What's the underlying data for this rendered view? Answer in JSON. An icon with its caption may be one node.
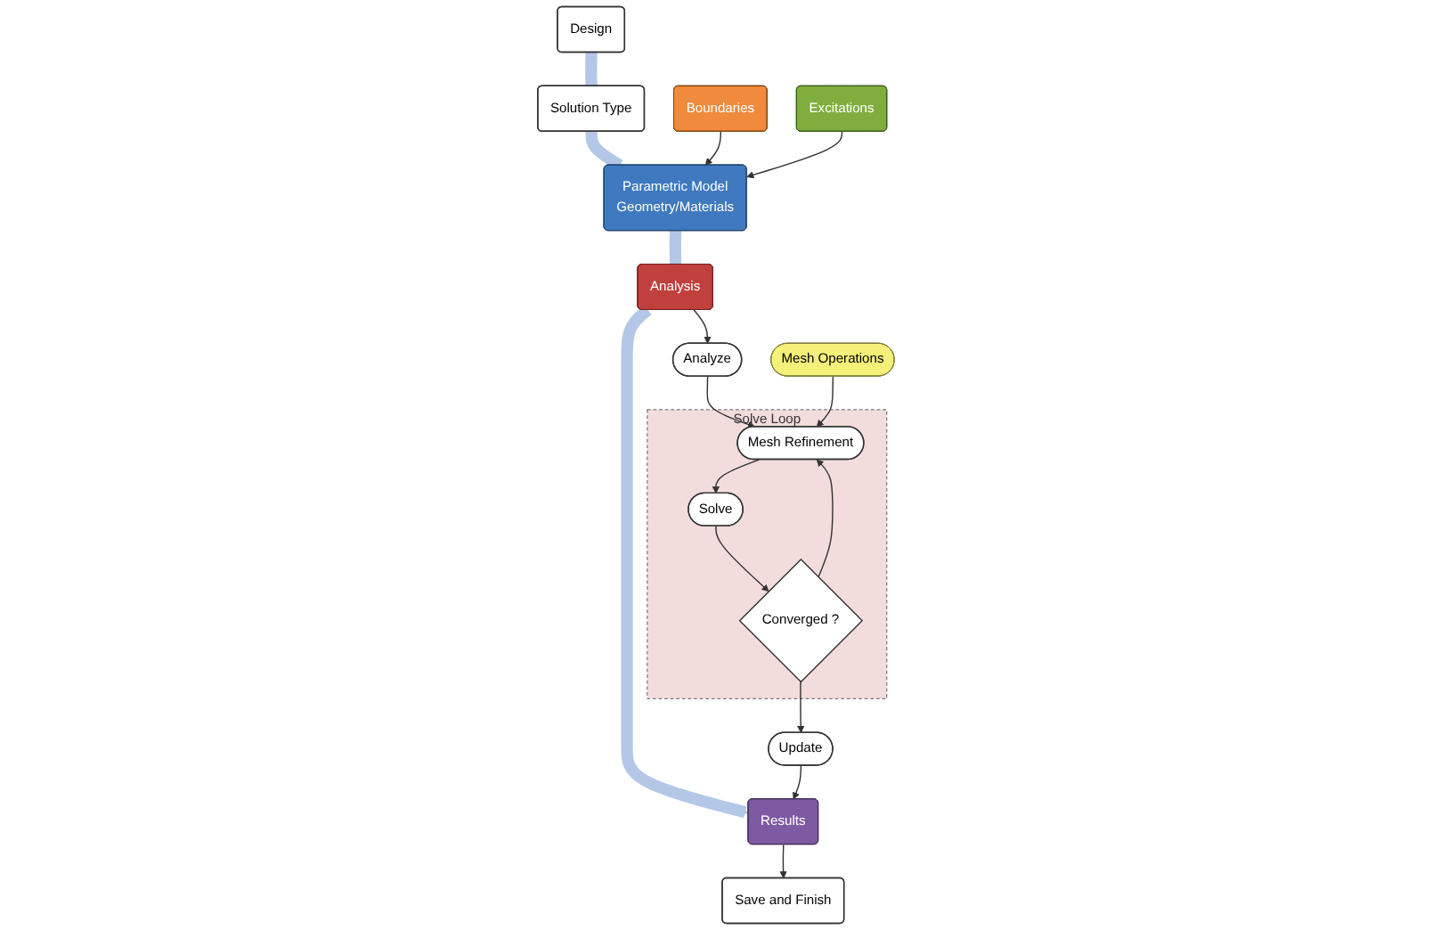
{
  "diagram": {
    "nodes": [
      {
        "text": [
          "Design"
        ]
      },
      {
        "text": [
          "Solution Type"
        ]
      },
      {
        "text": [
          "Boundaries"
        ]
      },
      {
        "text": [
          "Excitations"
        ]
      },
      {
        "text": [
          "Parametric Model",
          "Geometry/Materials"
        ]
      },
      {
        "text": [
          "Analysis"
        ]
      },
      {
        "text": [
          "Analyze"
        ]
      },
      {
        "text": [
          "Mesh Operations"
        ]
      },
      {
        "text": [
          "Solve Loop"
        ]
      },
      {
        "text": [
          "Mesh Refinement"
        ],
        "in": 8
      },
      {
        "text": [
          "Solve"
        ],
        "in": 8
      },
      {
        "text": [
          "Converged ?"
        ],
        "in": 8
      },
      {
        "text": [
          "Results"
        ]
      },
      {
        "text": [
          "Update"
        ]
      },
      {
        "text": [
          "Save and Finish"
        ]
      }
    ],
    "edges": [
      {
        "from": 0,
        "to": 1,
        "arrow": "none",
        "style": "thick",
        "color": "#b4c7e7"
      },
      {
        "from": 1,
        "to": 4,
        "arrow": "none",
        "style": "thick",
        "color": "#b4c7e7"
      },
      {
        "from": 2,
        "to": 4,
        "arrow": "to"
      },
      {
        "from": 3,
        "to": 4,
        "arrow": "to"
      },
      {
        "from": 4,
        "to": 5,
        "arrow": "none",
        "style": "thick",
        "color": "#b4c7e7"
      },
      {
        "from": 5,
        "to": 12,
        "arrow": "to",
        "style": "thick",
        "color": "#b4c7e7"
      },
      {
        "from": 5,
        "to": 6,
        "arrow": "to"
      },
      {
        "from": 6,
        "to": 9,
        "arrow": "to"
      },
      {
        "from": 7,
        "to": 9,
        "arrow": "to"
      },
      {
        "from": 9,
        "to": 10,
        "arrow": "to"
      },
      {
        "from": 10,
        "to": 11,
        "arrow": "to"
      },
      {
        "from": 11,
        "to": 9,
        "arrow": "to"
      },
      {
        "from": 11,
        "to": 13,
        "arrow": "to"
      },
      {
        "from": 13,
        "to": 12,
        "arrow": "to"
      },
      {
        "from": 12,
        "to": 14,
        "arrow": "to"
      }
    ]
  }
}
